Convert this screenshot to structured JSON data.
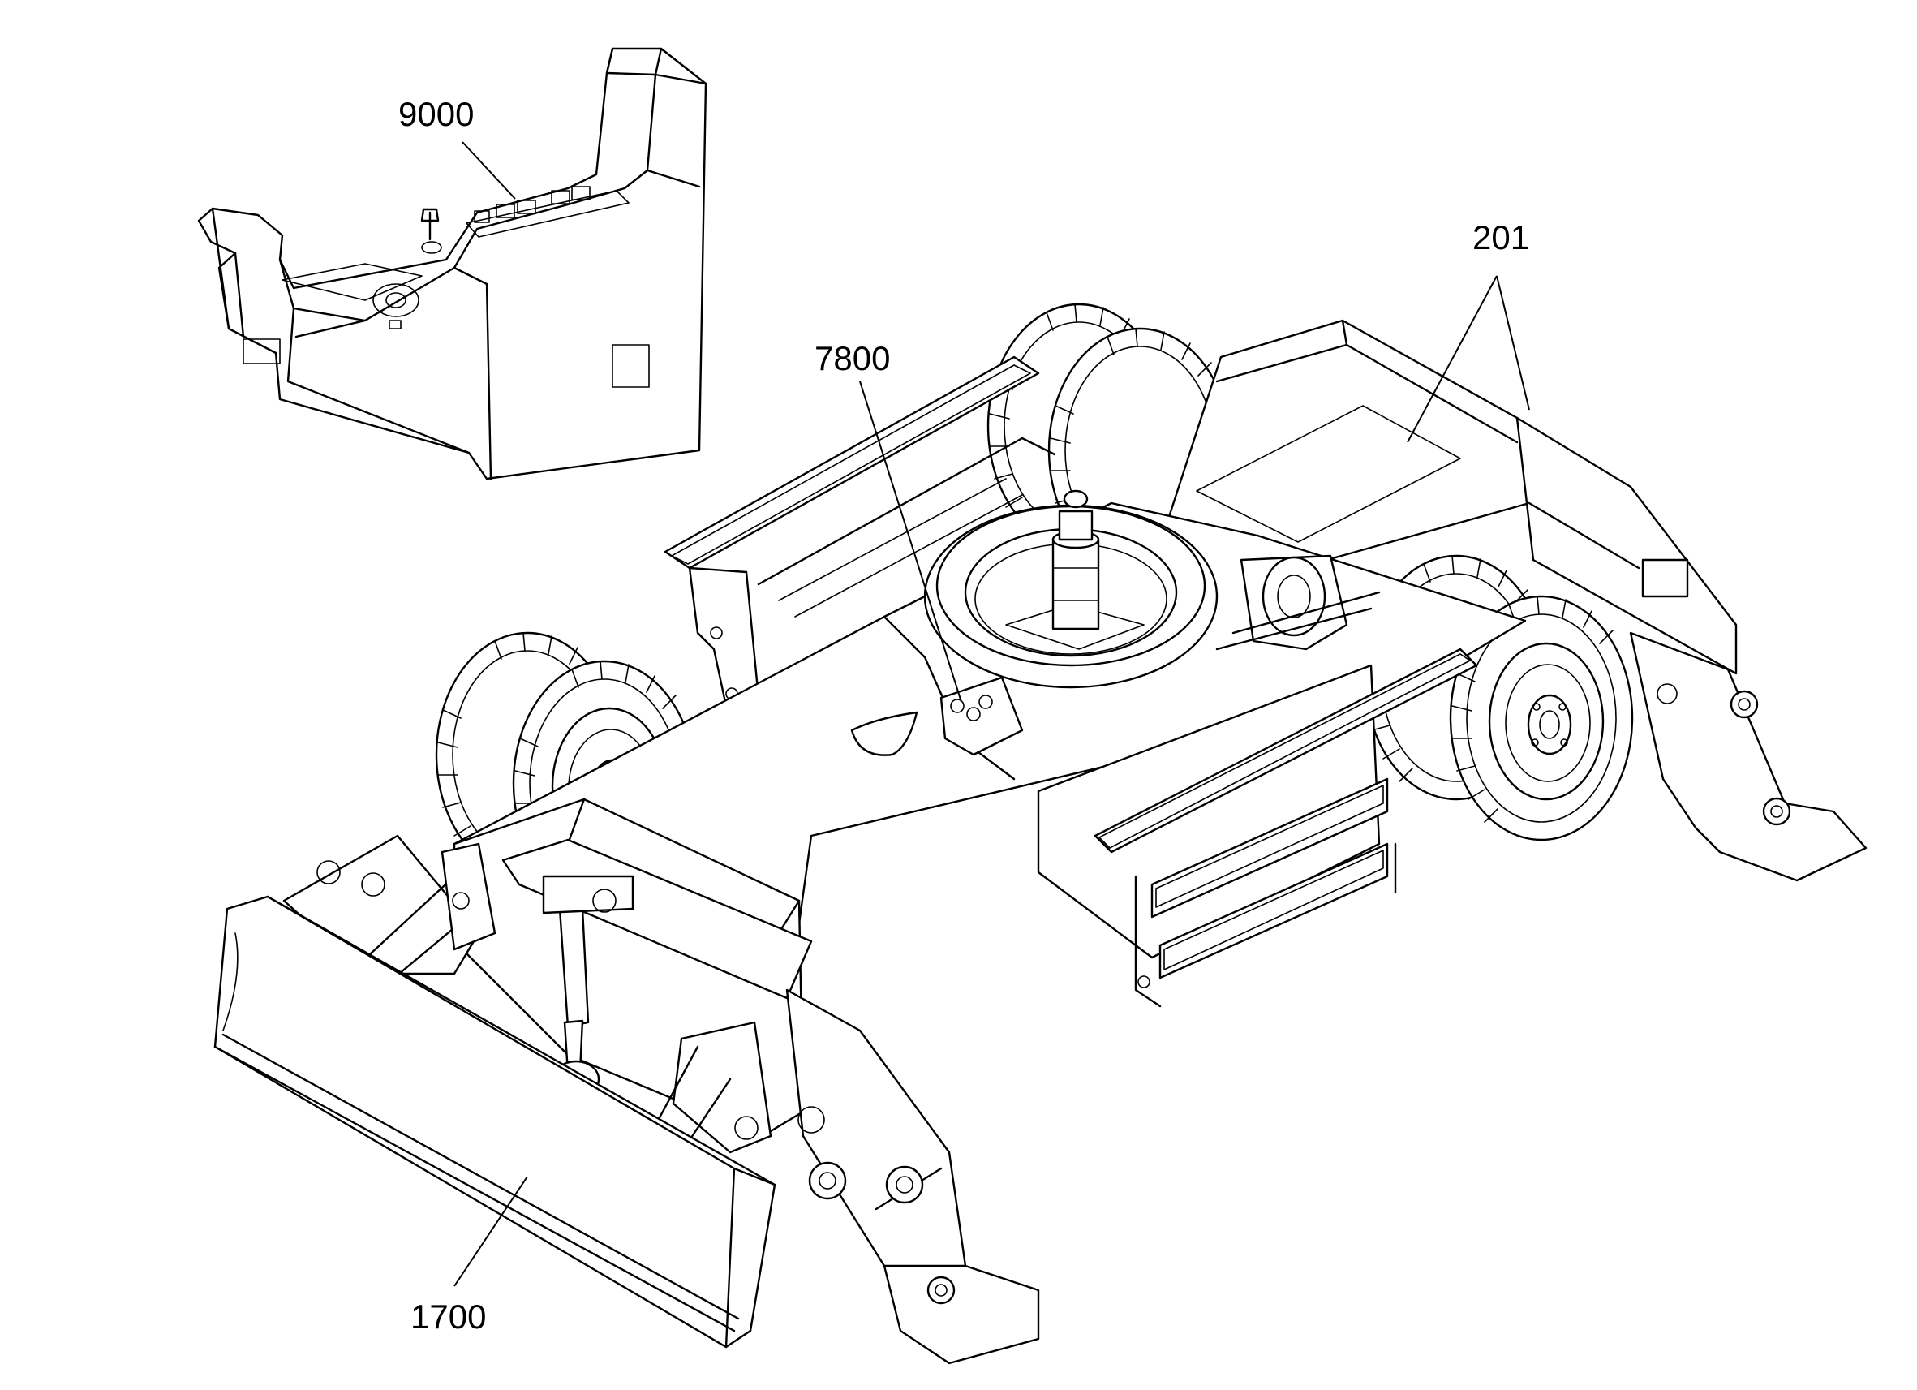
{
  "callouts": {
    "operator_console": "9000",
    "uppercarriage_frame": "201",
    "hydraulic_swivel": "7800",
    "dozer_blade": "1700"
  }
}
